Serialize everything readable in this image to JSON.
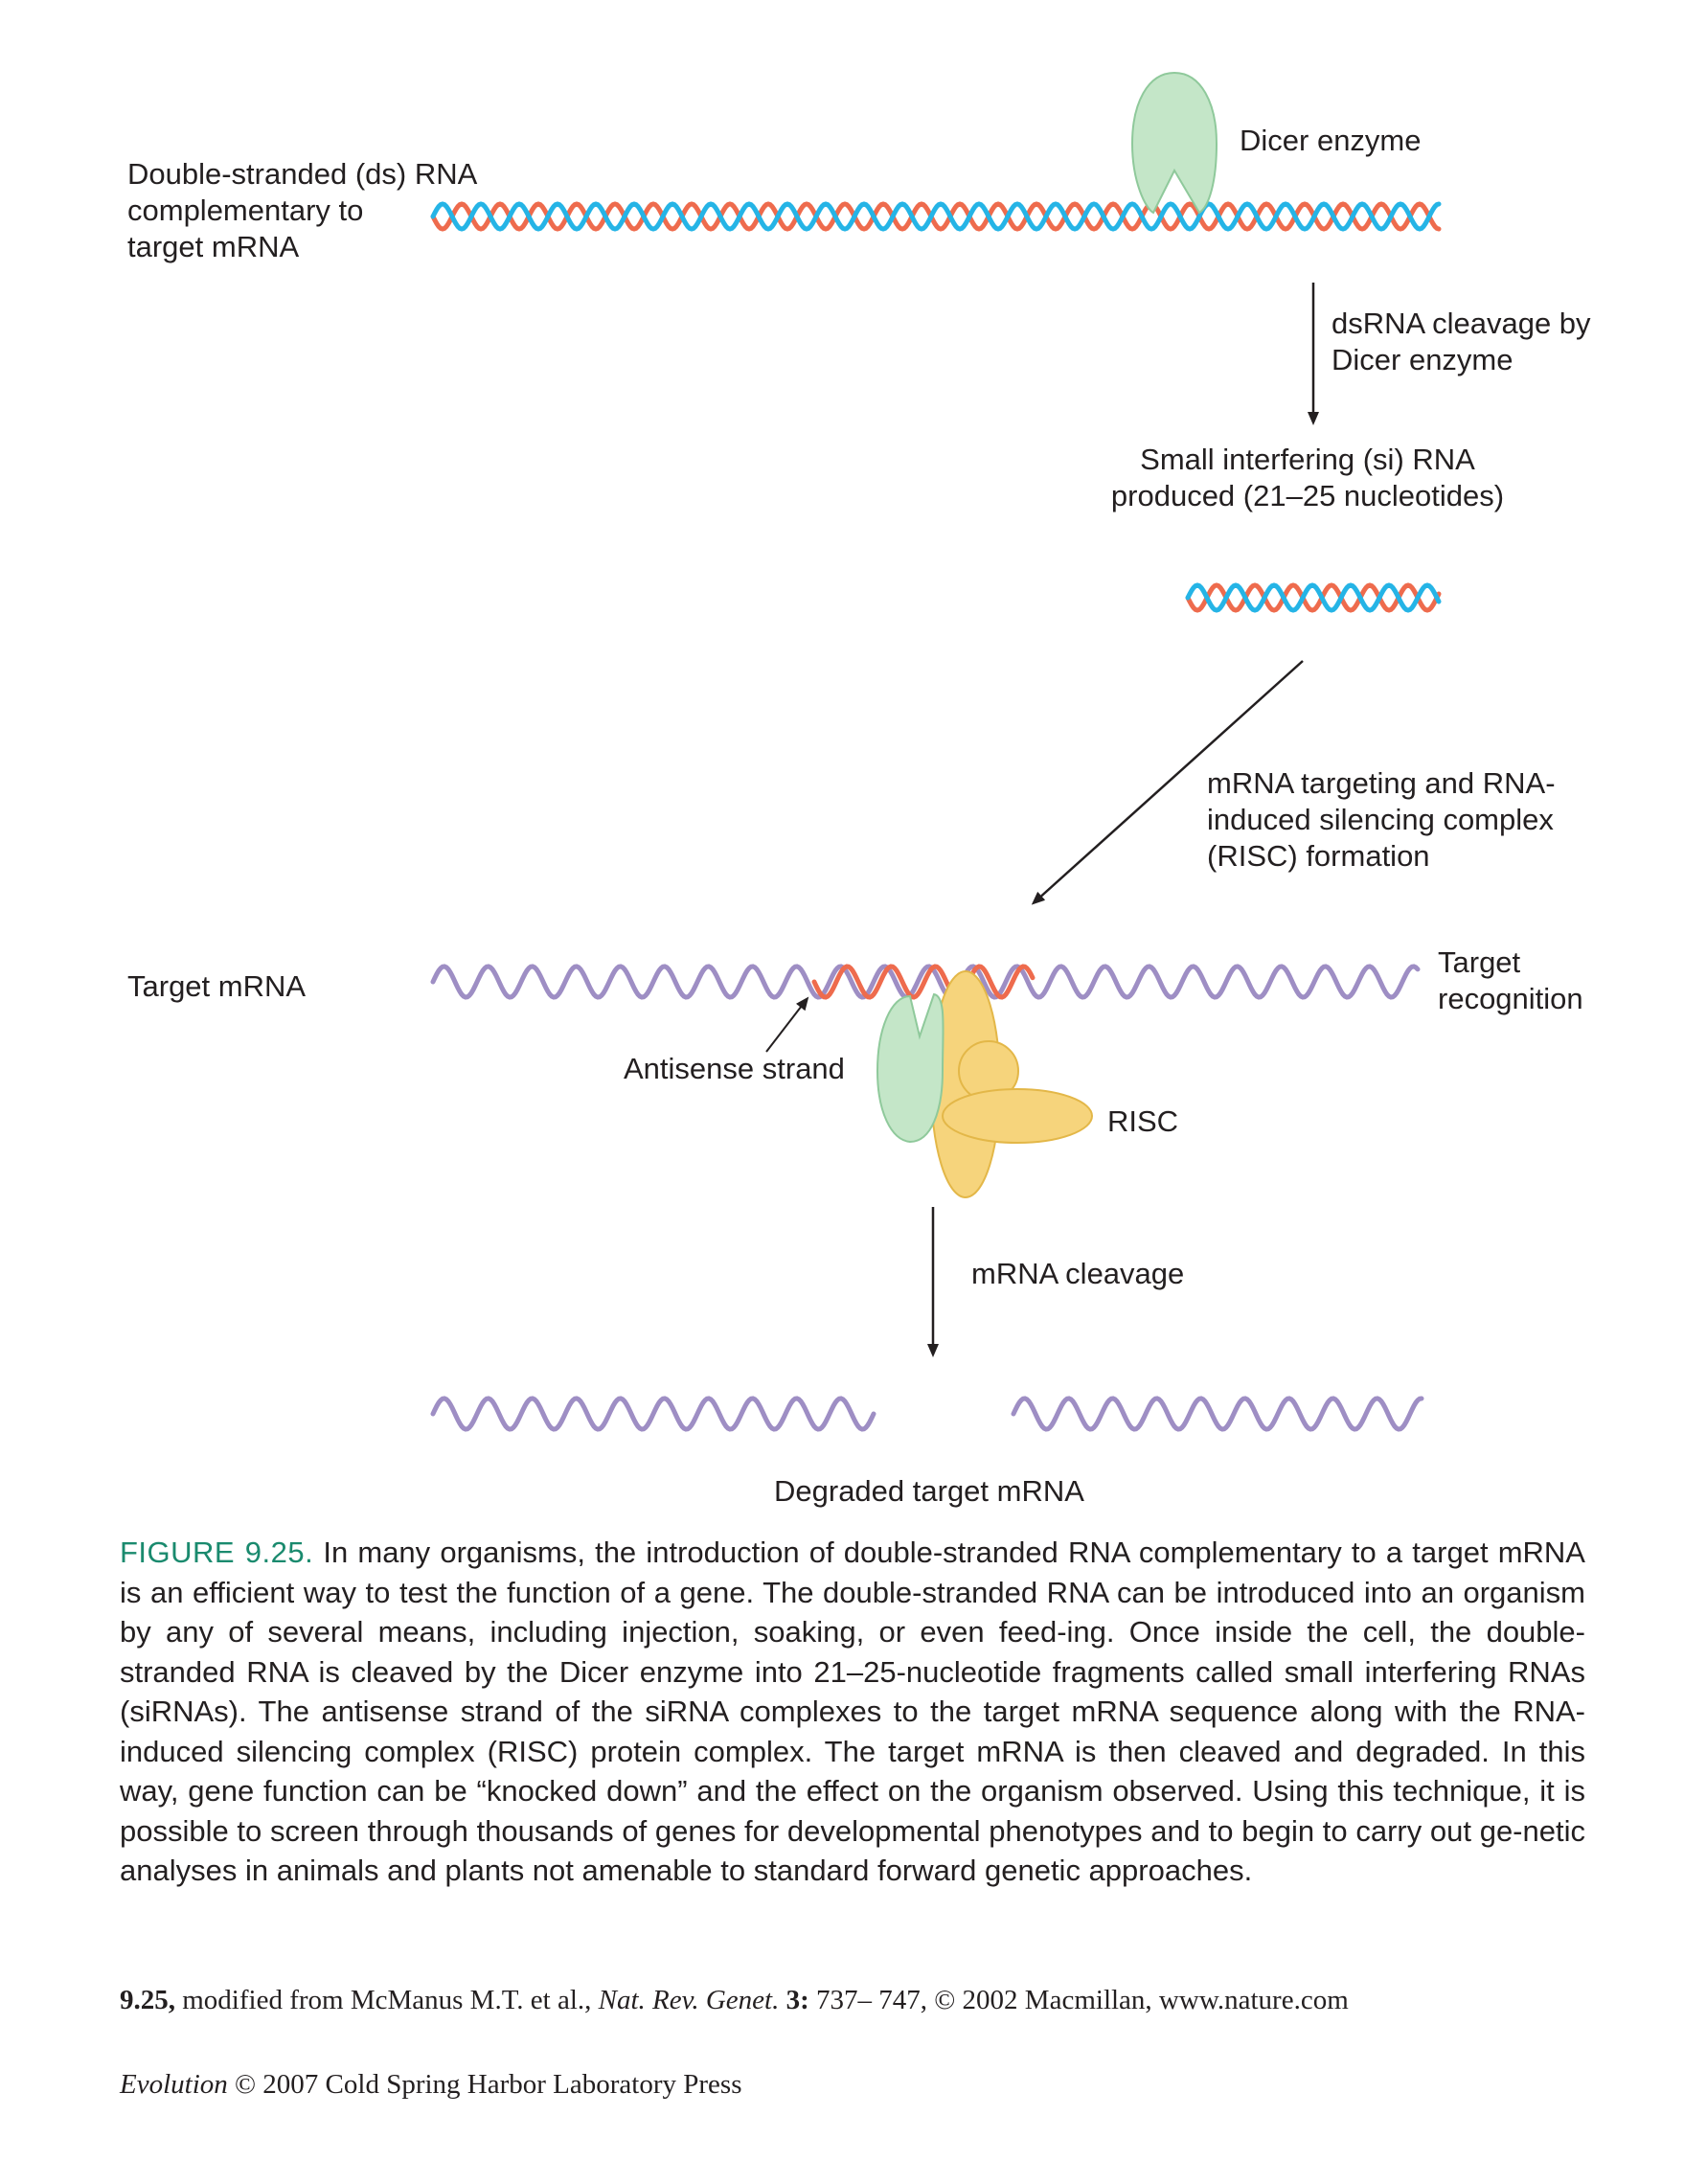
{
  "colors": {
    "strand_red": "#ee6b4d",
    "strand_blue": "#25b4e6",
    "mrna_purple": "#9e8ec4",
    "dicer_fill": "#c4e6c8",
    "dicer_stroke": "#8fc99b",
    "risc_fill": "#f6d47c",
    "risc_stroke": "#e3b748",
    "fig_label": "#1a8a6e"
  },
  "icons": [
    "dicer-enzyme-icon",
    "risc-complex-icon",
    "arrow-down-icon",
    "arrow-diagonal-icon"
  ],
  "labels": {
    "dsrna": [
      "Double-stranded (ds) RNA",
      "complementary to",
      "target mRNA"
    ],
    "dicer": "Dicer enzyme",
    "cleavage_step": [
      "dsRNA cleavage by",
      "Dicer enzyme"
    ],
    "sirna": [
      "Small interfering (si) RNA",
      "produced (21–25 nucleotides)"
    ],
    "targeting_step": [
      "mRNA targeting and RNA-",
      "induced silencing complex",
      "(RISC) formation"
    ],
    "target_mrna": "Target mRNA",
    "target_recognition": [
      "Target",
      "recognition"
    ],
    "antisense": "Antisense strand",
    "risc": "RISC",
    "mrna_cleavage": "mRNA cleavage",
    "degraded": "Degraded target mRNA"
  },
  "caption": {
    "figure_label": "FIGURE 9.25.",
    "text": " In many organisms, the introduction of double-stranded RNA complementary to a target mRNA is an efficient way to test the function of a gene. The double-stranded RNA can be introduced into an organism by any of several means, including injection, soaking, or even feed-ing. Once inside the cell, the double-stranded RNA is cleaved by the Dicer enzyme into 21–25-nucleotide fragments called small interfering RNAs (siRNAs). The antisense strand of the siRNA complexes to the target mRNA sequence along with the RNA-induced silencing complex (RISC) protein complex. The target mRNA is then cleaved and degraded. In this way, gene function can be “knocked down” and the effect on the organism observed. Using this technique, it is possible to screen through thousands of genes for developmental phenotypes and to begin to carry out ge-netic analyses in animals and plants not amenable to standard forward genetic approaches."
  },
  "credit": {
    "fig_ref": "9.25,",
    "text1": " modified from McManus M.T. et al., ",
    "journal": "Nat. Rev. Genet.",
    "volume": " 3:",
    "text2": " 737– 747, © 2002 Macmillan, www.nature.com"
  },
  "copyright": {
    "title": "Evolution",
    "text": " © 2007 Cold Spring Harbor Laboratory Press"
  }
}
